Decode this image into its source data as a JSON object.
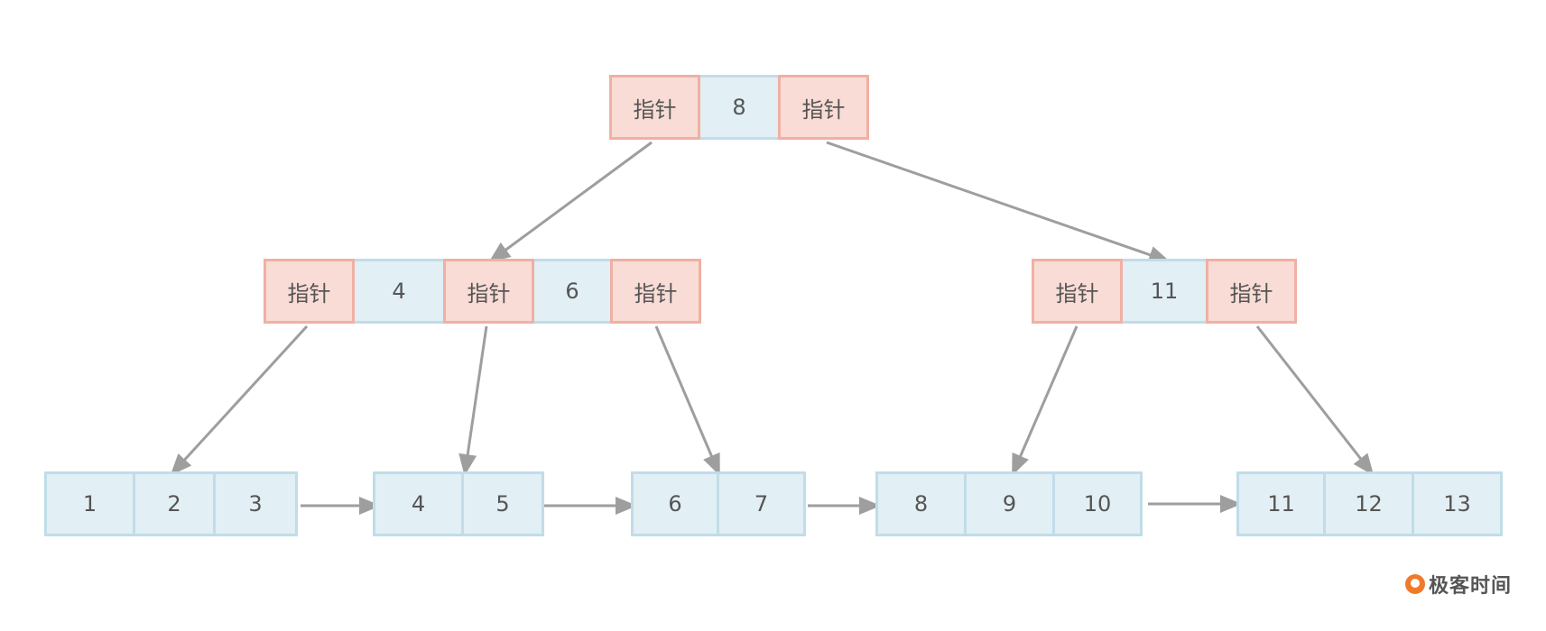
{
  "root": {
    "cells": [
      {
        "type": "ptr",
        "label": "指针"
      },
      {
        "type": "key",
        "label": "8"
      },
      {
        "type": "ptr",
        "label": "指针"
      }
    ]
  },
  "internal_left": {
    "cells": [
      {
        "type": "ptr",
        "label": "指针"
      },
      {
        "type": "key",
        "label": "4"
      },
      {
        "type": "ptr",
        "label": "指针"
      },
      {
        "type": "key",
        "label": "6"
      },
      {
        "type": "ptr",
        "label": "指针"
      }
    ]
  },
  "internal_right": {
    "cells": [
      {
        "type": "ptr",
        "label": "指针"
      },
      {
        "type": "key",
        "label": "11"
      },
      {
        "type": "ptr",
        "label": "指针"
      }
    ]
  },
  "leaves": [
    {
      "keys": [
        "1",
        "2",
        "3"
      ]
    },
    {
      "keys": [
        "4",
        "5"
      ]
    },
    {
      "keys": [
        "6",
        "7"
      ]
    },
    {
      "keys": [
        "8",
        "9",
        "10"
      ]
    },
    {
      "keys": [
        "11",
        "12",
        "13"
      ]
    }
  ],
  "colors": {
    "pointer_fill": "#f9dcd6",
    "pointer_border": "#f0b0a3",
    "key_fill": "#e2eff5",
    "key_border": "#c0dde8",
    "edge": "#9e9e9e"
  },
  "watermark": {
    "text": "极客时间",
    "icon": "geektime-logo-icon"
  }
}
